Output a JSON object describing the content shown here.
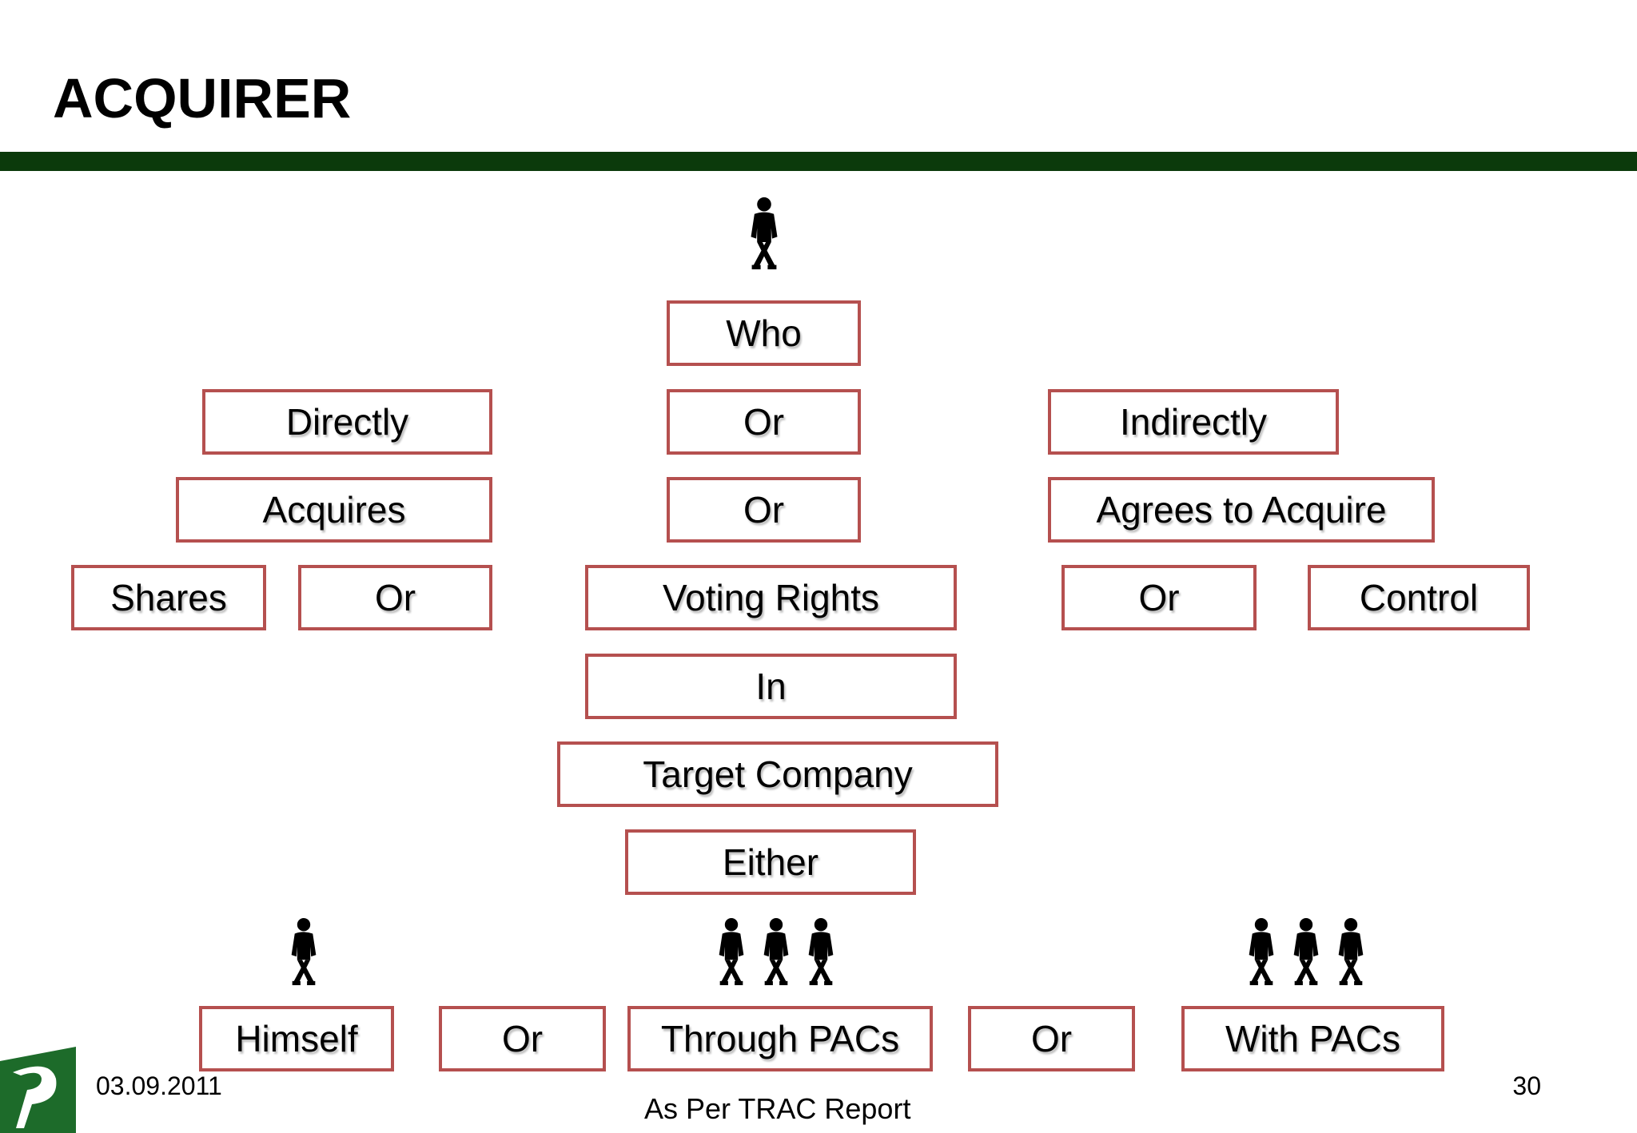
{
  "slide": {
    "title": "ACQUIRER",
    "accent_color": "#0b3a0b",
    "box_border_color": "#b5504f"
  },
  "diagram": {
    "row1": {
      "who": "Who"
    },
    "row2": {
      "directly": "Directly",
      "or": "Or",
      "indirectly": "Indirectly"
    },
    "row3": {
      "acquires": "Acquires",
      "or": "Or",
      "agrees": "Agrees to Acquire"
    },
    "row4": {
      "shares": "Shares",
      "or_left": "Or",
      "voting_rights": "Voting Rights",
      "or_right": "Or",
      "control": "Control"
    },
    "row5": {
      "in": "In"
    },
    "row6": {
      "target_company": "Target Company"
    },
    "row7": {
      "either": "Either"
    },
    "row8": {
      "himself": "Himself",
      "or_1": "Or",
      "through_pacs": "Through PACs",
      "or_2": "Or",
      "with_pacs": "With PACs"
    },
    "icons": [
      "person-icon",
      "person-icon",
      "persons-group-icon",
      "persons-group-icon"
    ]
  },
  "footer": {
    "date": "03.09.2011",
    "page": "30",
    "source": "As Per TRAC Report"
  }
}
